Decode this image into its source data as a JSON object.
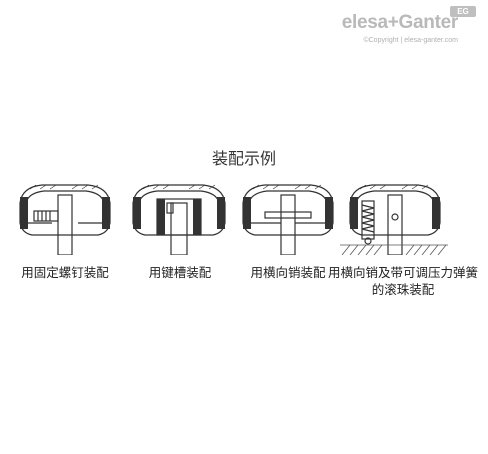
{
  "brand": {
    "logo_text": "elesa+Ganter",
    "badge": "EG",
    "copyright": "©Copyright | elesa-ganter.com"
  },
  "title": "装配示例",
  "examples": [
    {
      "caption": "用固定螺钉装配"
    },
    {
      "caption": "用键槽装配"
    },
    {
      "caption": "用横向销装配"
    },
    {
      "caption": "用横向销及带可调压力弹簧的滚珠装配"
    }
  ]
}
